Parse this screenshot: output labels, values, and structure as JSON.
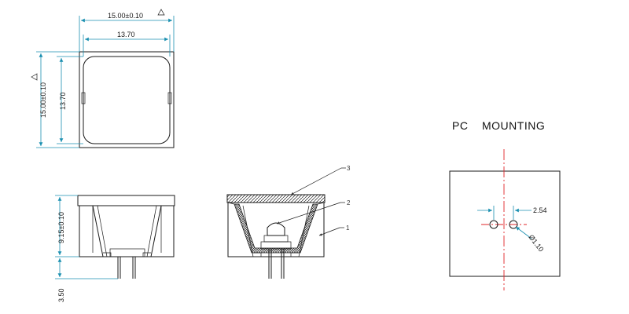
{
  "top_view": {
    "outer_width_dim": "15.00±0.10",
    "inner_width_dim": "13.70",
    "outer_height_dim": "15.00±0.10",
    "inner_height_dim": "13.70"
  },
  "side_view": {
    "height_dim": "9.15±0.10",
    "pin_dim": "3.50"
  },
  "section_view": {
    "callout_1": "1",
    "callout_2": "2",
    "callout_3": "3"
  },
  "mounting": {
    "title": "PC    MOUNTING",
    "pitch_dim": "2.54",
    "hole_dim": "Ø1.10"
  },
  "colors": {
    "dimension": "#1a8fb0",
    "centerline": "#e0242a",
    "outline": "#1a1a1a"
  }
}
